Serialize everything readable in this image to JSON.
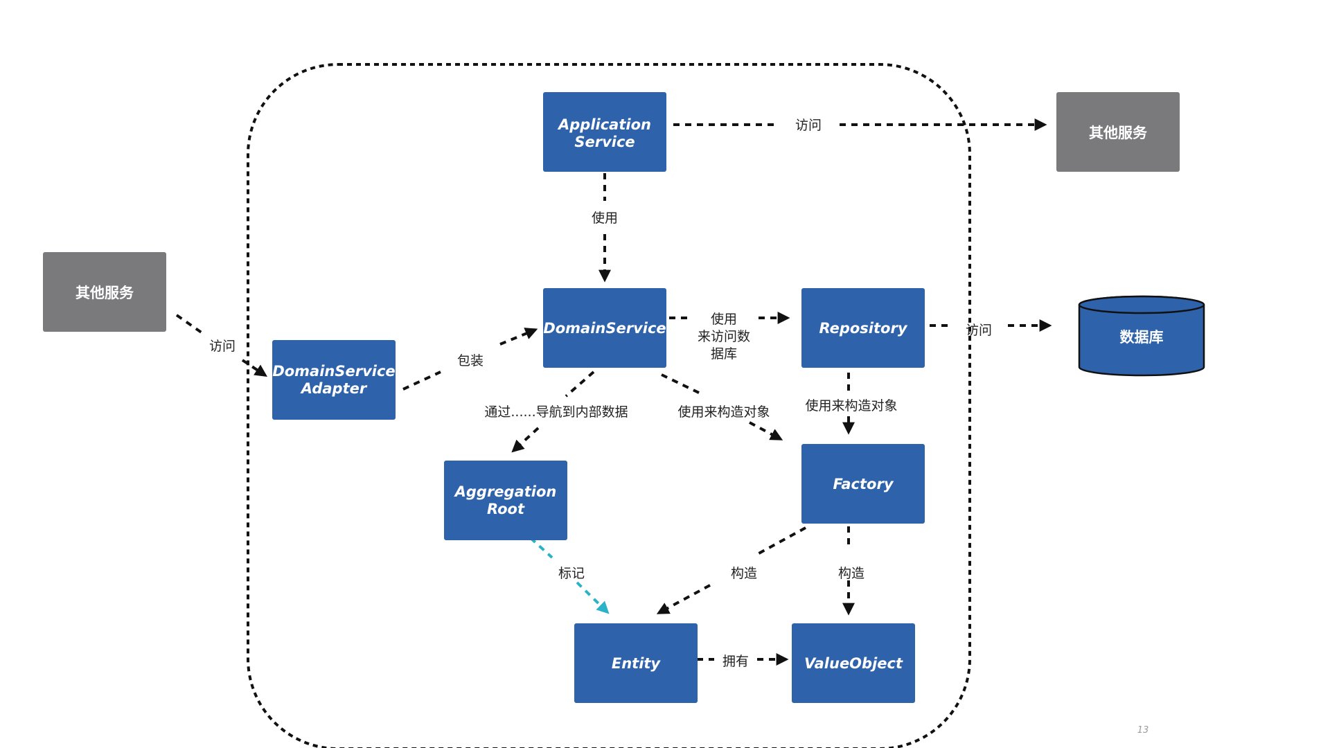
{
  "colors": {
    "node_fill": "#2e62ab",
    "external_fill": "#7a7a7c",
    "edge": "#111111",
    "edge_highlight": "#2ab3c8",
    "text_on_node": "#ffffff",
    "boundary": "#111111"
  },
  "nodes": {
    "application_service": {
      "line1": "Application",
      "line2": "Service"
    },
    "domain_service": {
      "label": "DomainService"
    },
    "domain_service_adapter": {
      "line1": "DomainService",
      "line2": "Adapter"
    },
    "repository": {
      "label": "Repository"
    },
    "aggregation_root": {
      "line1": "Aggregation",
      "line2": "Root"
    },
    "factory": {
      "label": "Factory"
    },
    "entity": {
      "label": "Entity"
    },
    "value_object": {
      "label": "ValueObject"
    }
  },
  "external": {
    "other_service_right": {
      "label": "其他服务"
    },
    "other_service_left": {
      "label": "其他服务"
    },
    "database": {
      "label": "数据库"
    }
  },
  "edges": {
    "app_to_other": "访问",
    "app_to_domain": "使用",
    "other_to_adapter": "访问",
    "adapter_to_domain": "包装",
    "domain_to_repo": {
      "line1": "使用",
      "line2": "来访问数",
      "line3": "据库"
    },
    "repo_to_db": "访问",
    "domain_to_agg": "通过......导航到内部数据",
    "domain_to_factory": "使用来构造对象",
    "repo_to_factory": "使用来构造对象",
    "agg_to_entity": "标记",
    "factory_to_entity": "构造",
    "factory_to_value": "构造",
    "entity_to_value": "拥有"
  },
  "page_number": "13"
}
